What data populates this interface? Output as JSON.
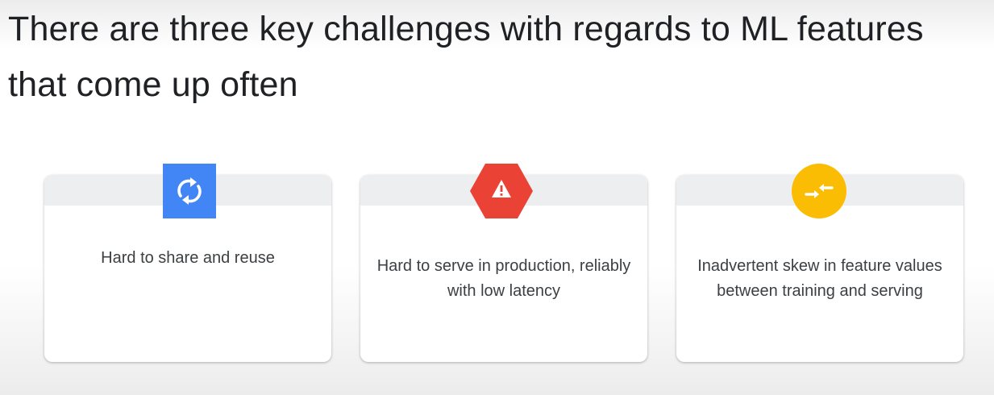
{
  "slide": {
    "title": "There are three key challenges with regards to ML features that come up often"
  },
  "cards": [
    {
      "text": "Hard to share and reuse",
      "icon": "sync-icon",
      "icon_color": "#4285F4"
    },
    {
      "text": "Hard to serve in production, reliably with low latency",
      "icon": "warning-icon",
      "icon_color": "#EA4335"
    },
    {
      "text": "Inadvertent skew in feature values between training and serving",
      "icon": "compare-arrows-icon",
      "icon_color": "#FBBC04"
    }
  ]
}
